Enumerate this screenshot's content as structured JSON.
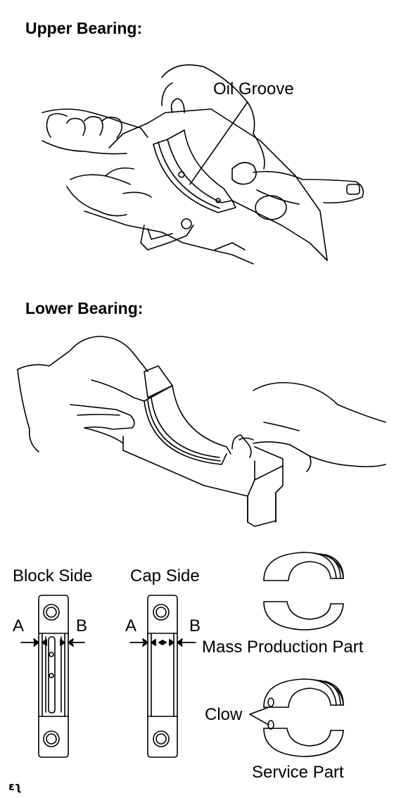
{
  "sections": {
    "upper_heading": "Upper Bearing:",
    "lower_heading": "Lower Bearing:"
  },
  "callouts": {
    "oil_groove": "Oil Groove",
    "clow": "Clow"
  },
  "diagram": {
    "block_side": "Block Side",
    "cap_side": "Cap Side",
    "label_a": "A",
    "label_b": "B",
    "mass_production_part": "Mass Production Part",
    "service_part": "Service Part"
  },
  "footer_mark": "εʅ"
}
